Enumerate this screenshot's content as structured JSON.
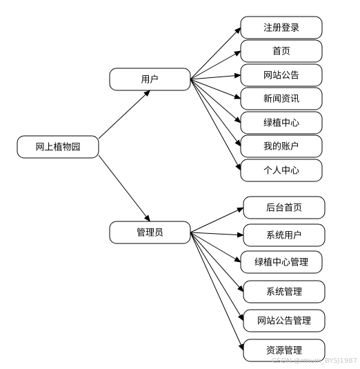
{
  "diagram": {
    "root": {
      "id": "root",
      "label": "网上植物园"
    },
    "roles": [
      {
        "id": "user",
        "label": "用户"
      },
      {
        "id": "admin",
        "label": "管理员"
      }
    ],
    "user_modules": [
      {
        "id": "u1",
        "label": "注册登录"
      },
      {
        "id": "u2",
        "label": "首页"
      },
      {
        "id": "u3",
        "label": "网站公告"
      },
      {
        "id": "u4",
        "label": "新闻资讯"
      },
      {
        "id": "u5",
        "label": "绿植中心"
      },
      {
        "id": "u6",
        "label": "我的账户"
      },
      {
        "id": "u7",
        "label": "个人中心"
      }
    ],
    "admin_modules": [
      {
        "id": "a1",
        "label": "后台首页"
      },
      {
        "id": "a2",
        "label": "系统用户"
      },
      {
        "id": "a3",
        "label": "绿植中心管理"
      },
      {
        "id": "a4",
        "label": "系统管理"
      },
      {
        "id": "a5",
        "label": "网站公告管理"
      },
      {
        "id": "a6",
        "label": "资源管理"
      }
    ],
    "edges": [
      [
        "root",
        "user"
      ],
      [
        "root",
        "admin"
      ],
      [
        "user",
        "u1"
      ],
      [
        "user",
        "u2"
      ],
      [
        "user",
        "u3"
      ],
      [
        "user",
        "u4"
      ],
      [
        "user",
        "u5"
      ],
      [
        "user",
        "u6"
      ],
      [
        "user",
        "u7"
      ],
      [
        "admin",
        "a1"
      ],
      [
        "admin",
        "a2"
      ],
      [
        "admin",
        "a3"
      ],
      [
        "admin",
        "a4"
      ],
      [
        "admin",
        "a5"
      ],
      [
        "admin",
        "a6"
      ]
    ]
  },
  "watermark": "CSDN @rmum_BYSJ1987"
}
